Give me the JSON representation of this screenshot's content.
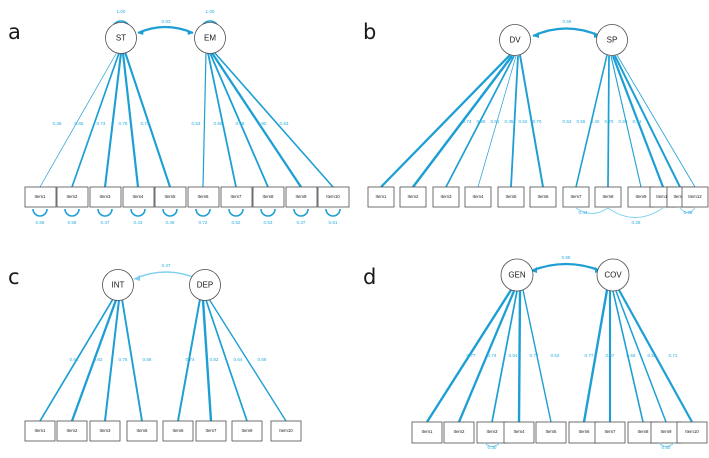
{
  "figure": {
    "type": "sem-path-diagram-grid",
    "panels": 4,
    "accent_color": "#1e9fd4",
    "light_accent_color": "#7ed0ee",
    "node_stroke_color": "#4d4d4d",
    "background_color": "#ffffff"
  },
  "chart_data": {
    "type": "diagram",
    "title": "",
    "panels": [
      {
        "id": "a",
        "label": "a",
        "factors": [
          {
            "name": "ST",
            "variance": "1.00"
          },
          {
            "name": "EM",
            "variance": "1.00"
          }
        ],
        "factor_correlation": "0.93",
        "items": [
          {
            "label": "Item1",
            "factor": "ST",
            "loading": "0.38",
            "residual": "0.85"
          },
          {
            "label": "Item2",
            "factor": "ST",
            "loading": "0.65",
            "residual": "0.58"
          },
          {
            "label": "Item3",
            "factor": "ST",
            "loading": "0.73",
            "residual": "0.47"
          },
          {
            "label": "Item4",
            "factor": "ST",
            "loading": "0.76",
            "residual": "0.43"
          },
          {
            "label": "Item5",
            "factor": "ST",
            "loading": "0.73",
            "residual": "0.46"
          },
          {
            "label": "Item6",
            "factor": "EM",
            "loading": "0.53",
            "residual": "0.72"
          },
          {
            "label": "Item7",
            "factor": "EM",
            "loading": "0.69",
            "residual": "0.52"
          },
          {
            "label": "Item8",
            "factor": "EM",
            "loading": "0.68",
            "residual": "0.53"
          },
          {
            "label": "Item9",
            "factor": "EM",
            "loading": "0.80",
            "residual": "0.37"
          },
          {
            "label": "Item10",
            "factor": "EM",
            "loading": "0.63",
            "residual": "0.61"
          }
        ],
        "covariances": []
      },
      {
        "id": "b",
        "label": "b",
        "factors": [
          {
            "name": "DV",
            "variance": ""
          },
          {
            "name": "SP",
            "variance": ""
          }
        ],
        "factor_correlation": "0.66",
        "items": [
          {
            "label": "Item1",
            "factor": "DV",
            "loading": "0.74",
            "residual": ""
          },
          {
            "label": "Item2",
            "factor": "DV",
            "loading": "0.80",
            "residual": ""
          },
          {
            "label": "Item3",
            "factor": "DV",
            "loading": "0.61",
            "residual": ""
          },
          {
            "label": "Item4",
            "factor": "DV",
            "loading": "0.35",
            "residual": ""
          },
          {
            "label": "Item5",
            "factor": "DV",
            "loading": "0.62",
            "residual": ""
          },
          {
            "label": "Item6",
            "factor": "DV",
            "loading": "0.70",
            "residual": ""
          },
          {
            "label": "Item7",
            "factor": "SP",
            "loading": "0.53",
            "residual": ""
          },
          {
            "label": "Item8",
            "factor": "SP",
            "loading": "0.55",
            "residual": ""
          },
          {
            "label": "Item9",
            "factor": "SP",
            "loading": "0.40",
            "residual": ""
          },
          {
            "label": "Item10",
            "factor": "SP",
            "loading": "0.70",
            "residual": ""
          },
          {
            "label": "Item11",
            "factor": "SP",
            "loading": "0.69",
            "residual": ""
          },
          {
            "label": "Item12",
            "factor": "SP",
            "loading": "0.41",
            "residual": ""
          }
        ],
        "covariances": [
          {
            "from": "Item7",
            "to": "Item8",
            "value": "0.44"
          },
          {
            "from": "Item8",
            "to": "Item10",
            "value": "0.28"
          },
          {
            "from": "Item11",
            "to": "Item12",
            "value": "0.38"
          }
        ]
      },
      {
        "id": "c",
        "label": "c",
        "factors": [
          {
            "name": "INT",
            "variance": ""
          },
          {
            "name": "DEP",
            "variance": ""
          }
        ],
        "factor_correlation": "0.47",
        "items": [
          {
            "label": "Item1",
            "factor": "INT",
            "loading": "0.62",
            "residual": ""
          },
          {
            "label": "Item2",
            "factor": "INT",
            "loading": "0.82",
            "residual": ""
          },
          {
            "label": "Item3",
            "factor": "INT",
            "loading": "0.75",
            "residual": ""
          },
          {
            "label": "Item5",
            "factor": "INT",
            "loading": "0.68",
            "residual": ""
          },
          {
            "label": "Item6",
            "factor": "DEP",
            "loading": "0.74",
            "residual": ""
          },
          {
            "label": "Item7",
            "factor": "DEP",
            "loading": "0.82",
            "residual": ""
          },
          {
            "label": "Item9",
            "factor": "DEP",
            "loading": "0.64",
            "residual": ""
          },
          {
            "label": "Item10",
            "factor": "DEP",
            "loading": "0.58",
            "residual": ""
          }
        ],
        "covariances": []
      },
      {
        "id": "d",
        "label": "d",
        "factors": [
          {
            "name": "GEN",
            "variance": ""
          },
          {
            "name": "COV",
            "variance": ""
          }
        ],
        "factor_correlation": "0.68",
        "items": [
          {
            "label": "Item1",
            "factor": "GEN",
            "loading": "0.77",
            "residual": ""
          },
          {
            "label": "Item2",
            "factor": "GEN",
            "loading": "0.74",
            "residual": ""
          },
          {
            "label": "Item3",
            "factor": "GEN",
            "loading": "0.54",
            "residual": ""
          },
          {
            "label": "Item4",
            "factor": "GEN",
            "loading": "0.77",
            "residual": ""
          },
          {
            "label": "Item5",
            "factor": "GEN",
            "loading": "0.52",
            "residual": ""
          },
          {
            "label": "Item6",
            "factor": "COV",
            "loading": "0.77",
            "residual": ""
          },
          {
            "label": "Item7",
            "factor": "COV",
            "loading": "0.67",
            "residual": ""
          },
          {
            "label": "Item8",
            "factor": "COV",
            "loading": "0.56",
            "residual": ""
          },
          {
            "label": "Item9",
            "factor": "COV",
            "loading": "0.52",
            "residual": ""
          },
          {
            "label": "Item10",
            "factor": "COV",
            "loading": "0.71",
            "residual": ""
          }
        ],
        "covariances": [
          {
            "from": "Item3",
            "to": "Item3",
            "value": "0.30"
          },
          {
            "from": "Item9",
            "to": "Item9",
            "value": "0.50"
          }
        ]
      }
    ]
  }
}
